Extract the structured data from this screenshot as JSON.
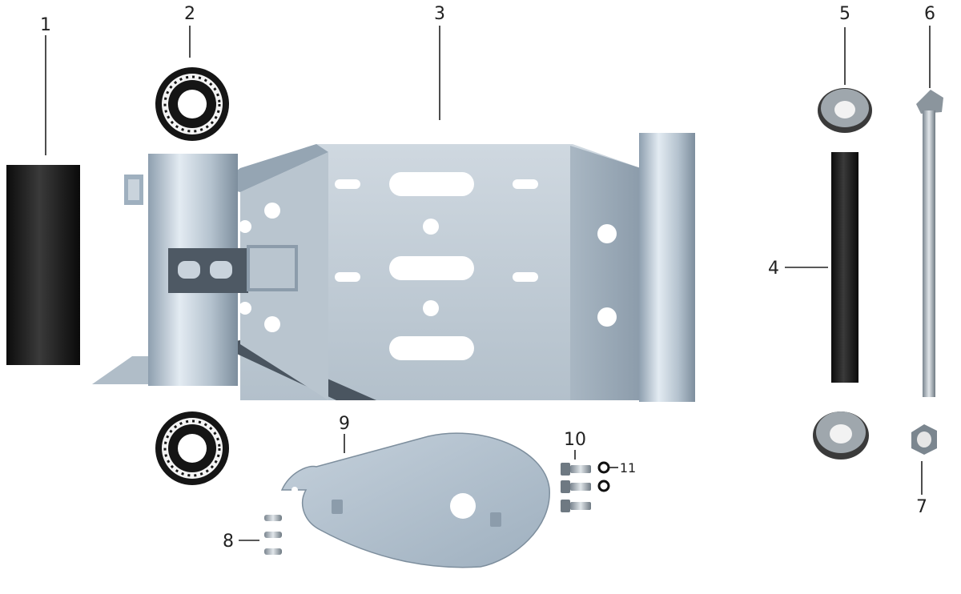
{
  "callouts": {
    "c1": "1",
    "c2": "2",
    "c3": "3",
    "c4": "4",
    "c5": "5",
    "c6": "6",
    "c7": "7",
    "c8": "8",
    "c9": "9",
    "c10": "10",
    "c11": "11"
  },
  "colors": {
    "metal_light": "#c9d3dc",
    "metal_mid": "#9fb0bf",
    "metal_dark": "#6f7f8d",
    "rubber_dark": "#1c1c1c",
    "line": "#222222"
  }
}
